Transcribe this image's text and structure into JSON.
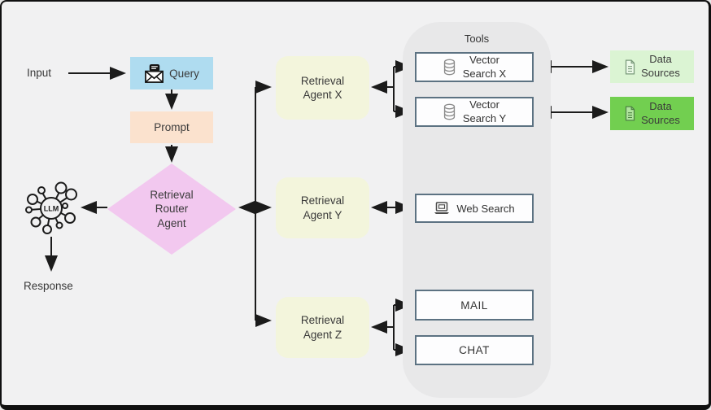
{
  "colors": {
    "background": "#f1f1f2",
    "frame": "#101010",
    "query_box": "#afdcf0",
    "prompt_box": "#fbe2ce",
    "router_diamond": "#f2c8ef",
    "agent_box": "#f3f5dc",
    "tools_panel": "#e8e8e9",
    "tool_box_border": "#5c7282",
    "data_sources_light": "#dbf4d3",
    "data_sources_green": "#72cf50",
    "arrow": "#1b1b1b"
  },
  "left_flow": {
    "input_label": "Input",
    "query_label": "Query",
    "prompt_label": "Prompt",
    "router_lines": [
      "Retrieval",
      "Router",
      "Agent"
    ],
    "llm_label": "LLM",
    "response_label": "Response"
  },
  "agents": [
    {
      "lines": [
        "Retrieval",
        "Agent X"
      ]
    },
    {
      "lines": [
        "Retrieval",
        "Agent Y"
      ]
    },
    {
      "lines": [
        "Retrieval",
        "Agent Z"
      ]
    }
  ],
  "tools_panel": {
    "title": "Tools",
    "vector_search_x_lines": [
      "Vector",
      "Search X"
    ],
    "vector_search_y_lines": [
      "Vector",
      "Search Y"
    ],
    "web_search_label": "Web Search",
    "mail_label": "MAIL",
    "chat_label": "CHAT"
  },
  "data_sources": [
    {
      "lines": [
        "Data",
        "Sources"
      ]
    },
    {
      "lines": [
        "Data",
        "Sources"
      ]
    }
  ],
  "icons": {
    "query": "mail-message-icon",
    "llm": "llm-network-icon",
    "vector_search": "database-icon",
    "web_search": "laptop-icon",
    "data_sources": "document-icon"
  }
}
